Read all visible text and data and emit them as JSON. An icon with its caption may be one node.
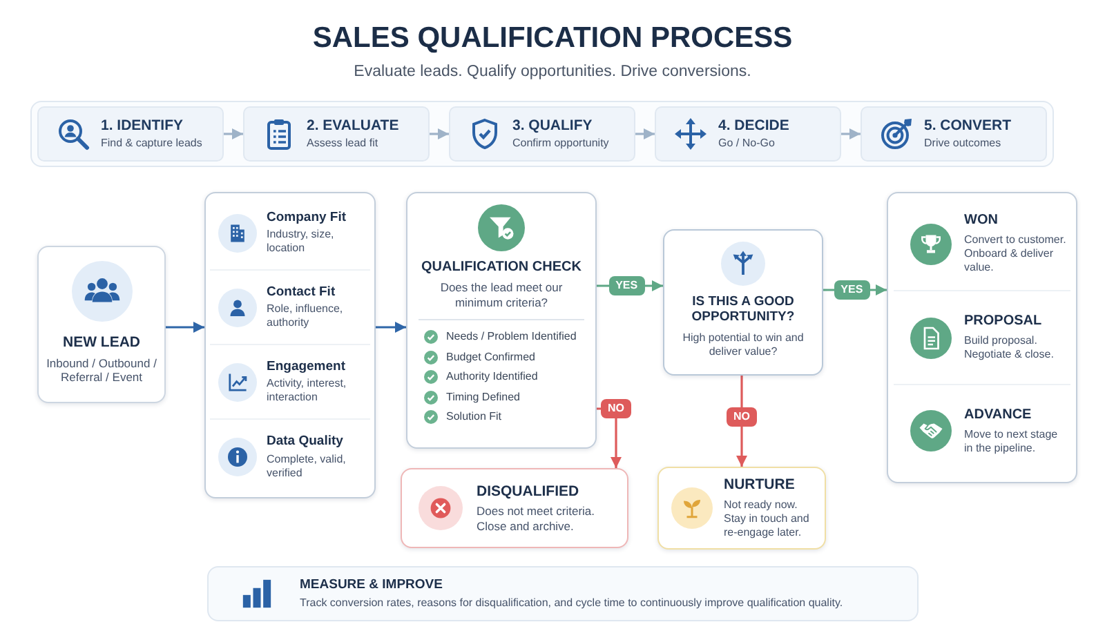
{
  "diagram": {
    "title": "SALES QUALIFICATION PROCESS",
    "nodes": [
      {
        "text": [
          "1. IDENTIFY",
          "Find & capture leads"
        ]
      },
      {
        "text": [
          "2. EVALUATE",
          "Assess lead fit"
        ]
      },
      {
        "text": [
          "3. QUALIFY",
          "Confirm opportunity"
        ]
      },
      {
        "text": [
          "4. DECIDE",
          "Go / No-Go"
        ]
      },
      {
        "text": [
          "5. CONVERT",
          "Drive outcomes"
        ]
      },
      {
        "text": [
          "NEW LEAD",
          "Inbound / Outbound / Referral / Event"
        ]
      },
      {
        "text": [],
        "shape": "box"
      },
      {
        "text": [
          "Company Fit",
          "Industry, size, location"
        ],
        "in": 6
      },
      {
        "text": [
          "Contact Fit",
          "Role, influence, authority"
        ],
        "in": 6
      },
      {
        "text": [
          "Engagement",
          "Activity, interest, interaction"
        ],
        "in": 6
      },
      {
        "text": [
          "Data Quality",
          "Complete, valid, verified"
        ],
        "in": 6
      },
      {
        "text": [
          "QUALIFICATION CHECK",
          "Does the lead meet our minimum criteria?",
          "Needs / Problem Identified",
          "Budget Confirmed",
          "Authority Identified",
          "Timing Defined",
          "Solution Fit"
        ]
      },
      {
        "text": [
          "IS THIS A GOOD OPPORTUNITY?",
          "High potential to win and deliver value?"
        ]
      },
      {
        "text": [],
        "shape": "box"
      },
      {
        "text": [
          "WON",
          "Convert to customer. Onboard & deliver value."
        ],
        "in": 13
      },
      {
        "text": [
          "PROPOSAL",
          "Build proposal. Negotiate & close."
        ],
        "in": 13
      },
      {
        "text": [
          "ADVANCE",
          "Move to next stage in the pipeline."
        ],
        "in": 13
      },
      {
        "text": [
          "DISQUALIFIED",
          "Does not meet criteria. Close and archive."
        ]
      },
      {
        "text": [
          "NURTURE",
          "Not ready now. Stay in touch and re-engage later."
        ]
      },
      {
        "text": [
          "MEASURE & IMPROVE",
          "Track conversion rates, reasons for disqualification, and cycle time to continuously improve qualification quality."
        ]
      }
    ],
    "edges": [
      {
        "from": 0,
        "to": 1,
        "arrow": "to",
        "color": "#9fb3c8"
      },
      {
        "from": 1,
        "to": 2,
        "arrow": "to",
        "color": "#9fb3c8"
      },
      {
        "from": 2,
        "to": 3,
        "arrow": "to",
        "color": "#9fb3c8"
      },
      {
        "from": 3,
        "to": 4,
        "arrow": "to",
        "color": "#9fb3c8"
      },
      {
        "from": 5,
        "to": 6,
        "arrow": "to",
        "color": "#2f66a8"
      },
      {
        "from": 6,
        "to": 11,
        "arrow": "to",
        "color": "#2f66a8"
      },
      {
        "from": 11,
        "to": 12,
        "arrow": "to",
        "label": "YES",
        "color": "#5fa886"
      },
      {
        "from": 12,
        "to": 13,
        "arrow": "to",
        "label": "YES",
        "color": "#5fa886"
      },
      {
        "from": 11,
        "to": 17,
        "arrow": "to",
        "label": "NO",
        "color": "#de5b5b"
      },
      {
        "from": 12,
        "to": 18,
        "arrow": "to",
        "label": "NO",
        "color": "#de5b5b"
      }
    ],
    "labels": [
      "Evaluate leads. Qualify opportunities. Drive conversions."
    ]
  }
}
